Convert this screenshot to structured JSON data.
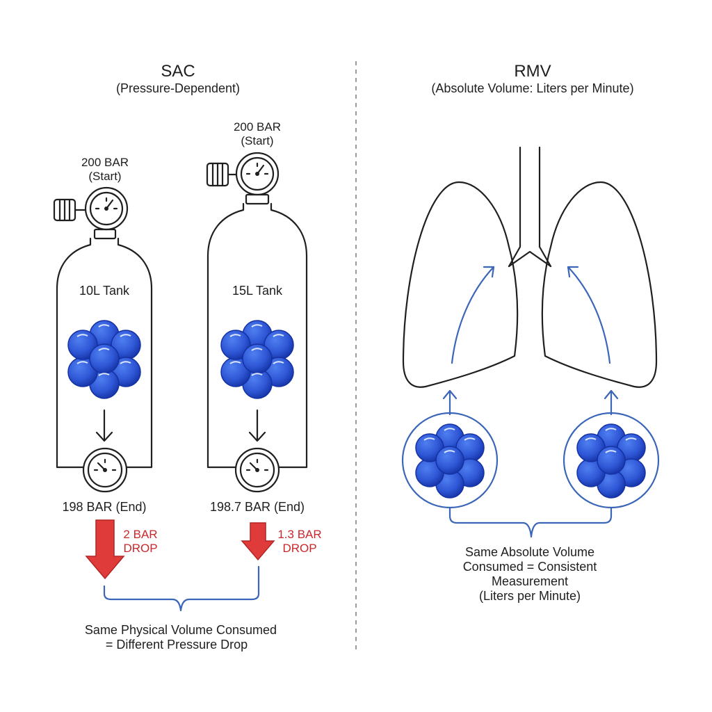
{
  "colors": {
    "ink": "#1f1f1f",
    "accent_blue": "#3b66b8",
    "molecule_fill": "#2f57d6",
    "molecule_dark": "#1432a4",
    "drop_red": "#e03b3b",
    "drop_text": "#c8282c",
    "divider": "#9a9a9a"
  },
  "sac": {
    "title": "SAC",
    "subtitle": "(Pressure-Dependent)",
    "tank_small": {
      "start_line1": "200 BAR",
      "start_line2": "(Start)",
      "label": "10L Tank",
      "end_label": "198 BAR (End)",
      "drop_line1": "2 BAR",
      "drop_line2": "DROP"
    },
    "tank_large": {
      "start_line1": "200 BAR",
      "start_line2": "(Start)",
      "label": "15L Tank",
      "end_label": "198.7 BAR (End)",
      "drop_line1": "1.3 BAR",
      "drop_line2": "DROP"
    },
    "caption_line1": "Same Physical Volume Consumed",
    "caption_line2": "= Different Pressure Drop"
  },
  "rmv": {
    "title": "RMV",
    "subtitle": "(Absolute Volume: Liters per Minute)",
    "caption_line1": "Same Absolute Volume",
    "caption_line2": "Consumed = Consistent",
    "caption_line3": "Measurement",
    "caption_line4": "(Liters per Minute)"
  }
}
